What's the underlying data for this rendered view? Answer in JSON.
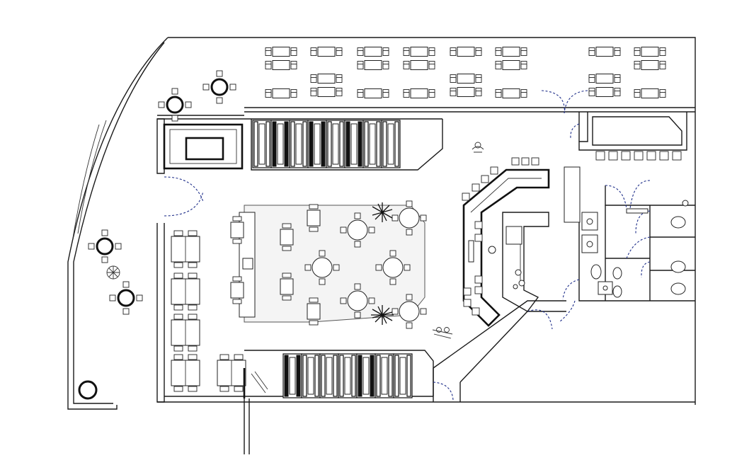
{
  "plan": {
    "type": "restaurant-floor-plan",
    "areas": [
      "outdoor-terrace-seating",
      "patio-round-tables",
      "entry-vestibule",
      "dining-room-booths",
      "center-dining-island",
      "bar",
      "kitchen",
      "restrooms"
    ],
    "colors": {
      "walls": "#1a1a1a",
      "door_swings": "#1f2f8a",
      "furniture": "#222222",
      "zone_fill": "#f4f4f4",
      "background": "#ffffff"
    }
  }
}
